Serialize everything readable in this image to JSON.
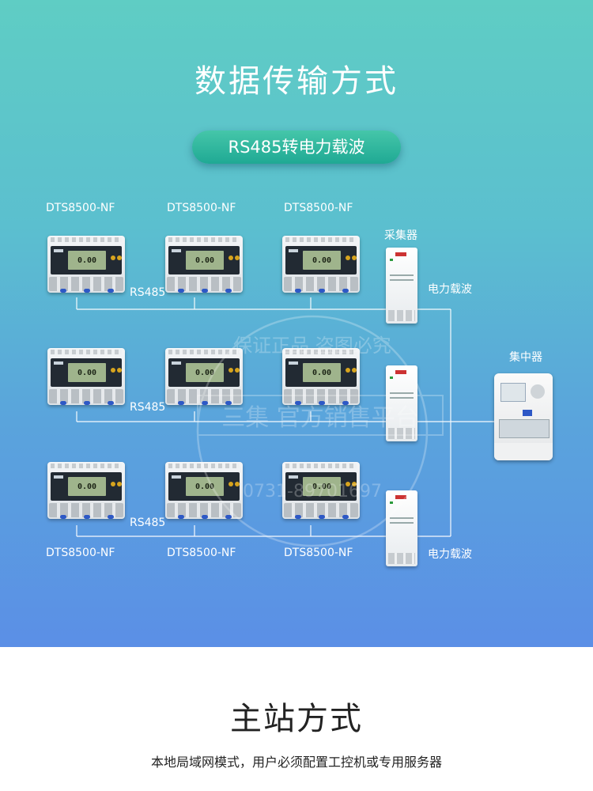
{
  "header": {
    "title": "数据传输方式",
    "mode_pill": "RS485转电力载波"
  },
  "diagram": {
    "meter_model": "DTS8500-NF",
    "meter_display": "0.00",
    "rs485_label": "RS485",
    "collector_label": "采集器",
    "plc_label": "电力载波",
    "concentrator_label": "集中器"
  },
  "watermark": {
    "line1": "保证正品 盗图必究",
    "line2": "三集 官方销售平台",
    "line3": "0731-89701697"
  },
  "section2": {
    "title": "主站方式",
    "subtitle": "本地局域网模式，用户必须配置工控机或专用服务器"
  },
  "colors": {
    "wire": "#ffffff",
    "pill": "#22ad96",
    "meter_terminal": "#2d58c6"
  }
}
